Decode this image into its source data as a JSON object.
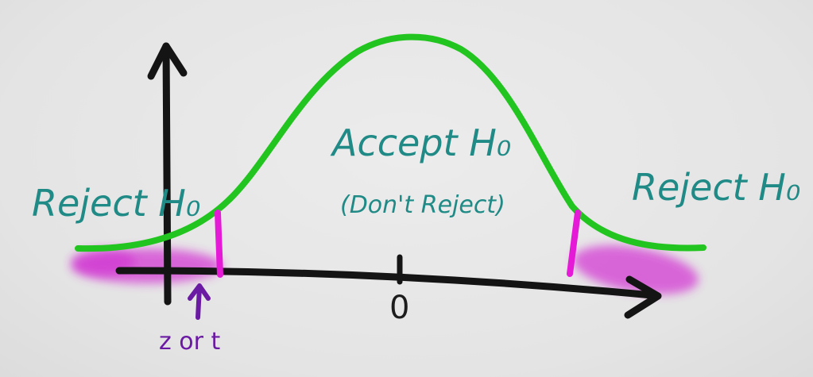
{
  "diagram": {
    "center_tick_label": "0",
    "regions": {
      "reject_left": "Reject H₀",
      "accept_line1": "Accept H₀",
      "accept_line2": "(Don't Reject)",
      "reject_right": "Reject H₀"
    },
    "statistic_label": "z or t"
  },
  "colors": {
    "background": "#e7e7e7",
    "curve": "#22c51f",
    "axis": "#141414",
    "critical": "#e41ad6",
    "region_text": "#1f8a86",
    "stat_text": "#6b1aa3"
  }
}
